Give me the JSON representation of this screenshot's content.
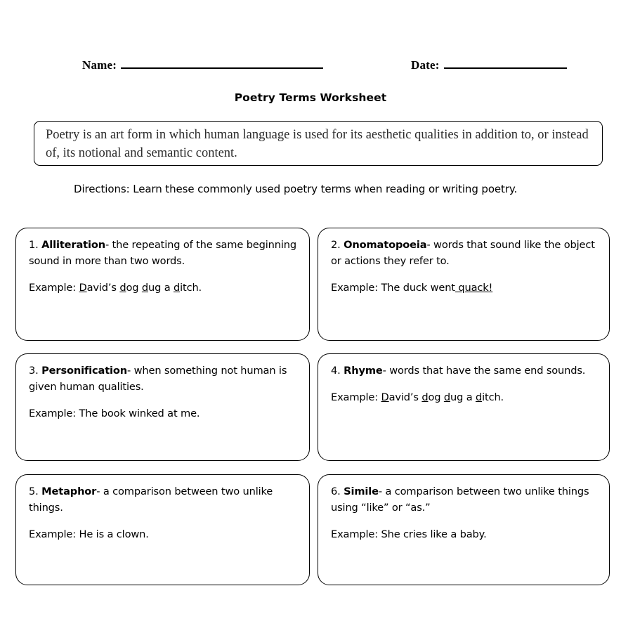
{
  "header": {
    "name_label": "Name:",
    "date_label": "Date:"
  },
  "title": "Poetry Terms Worksheet",
  "definition": "Poetry is an art form in which human language is used for its aesthetic qualities in addition to, or instead of, its notional and semantic content.",
  "directions": "Directions: Learn these commonly used poetry terms when reading or writing poetry.",
  "terms": [
    {
      "number": "1.",
      "term": "Alliteration",
      "definition": "- the repeating of the same beginning sound in more than two words.",
      "example_label": "Example:",
      "example_text": "David’s dog dug a ditch.",
      "example_parts": [
        {
          "text": " ",
          "underline": false
        },
        {
          "text": "D",
          "underline": true
        },
        {
          "text": "avid’s ",
          "underline": false
        },
        {
          "text": "d",
          "underline": true
        },
        {
          "text": "og ",
          "underline": false
        },
        {
          "text": "d",
          "underline": true
        },
        {
          "text": "ug a ",
          "underline": false
        },
        {
          "text": "d",
          "underline": true
        },
        {
          "text": "itch.",
          "underline": false
        }
      ]
    },
    {
      "number": "2.",
      "term": "Onomatopoeia",
      "definition": "- words that sound like the object or actions they refer to.",
      "example_label": "Example:",
      "example_text": "The duck went quack!",
      "example_parts": [
        {
          "text": " The duck went",
          "underline": false
        },
        {
          "text": " quack!",
          "underline": true
        }
      ]
    },
    {
      "number": "3.",
      "term": "Personification",
      "definition": "- when something not human is given human qualities.",
      "example_label": "Example:",
      "example_text": "The book winked at me.",
      "example_parts": [
        {
          "text": " The book winked at me.",
          "underline": false
        }
      ]
    },
    {
      "number": "4.",
      "term": "Rhyme",
      "definition": "- words that have the same end sounds.",
      "example_label": "Example:",
      "example_text": "David’s dog dug a ditch.",
      "example_parts": [
        {
          "text": " ",
          "underline": false
        },
        {
          "text": "D",
          "underline": true
        },
        {
          "text": "avid’s ",
          "underline": false
        },
        {
          "text": "d",
          "underline": true
        },
        {
          "text": "og ",
          "underline": false
        },
        {
          "text": "d",
          "underline": true
        },
        {
          "text": "ug a ",
          "underline": false
        },
        {
          "text": "d",
          "underline": true
        },
        {
          "text": "itch.",
          "underline": false
        }
      ]
    },
    {
      "number": "5.",
      "term": "Metaphor",
      "definition": "- a comparison between two unlike things.",
      "example_label": "Example:",
      "example_text": "He is a clown.",
      "example_parts": [
        {
          "text": " He is a clown.",
          "underline": false
        }
      ]
    },
    {
      "number": "6.",
      "term": "Simile",
      "definition": "- a comparison between two unlike things using “like” or “as.”",
      "example_label": "Example:",
      "example_text": "She cries like a baby.",
      "example_parts": [
        {
          "text": " She cries like a baby.",
          "underline": false
        }
      ]
    }
  ],
  "colors": {
    "ink": "#000000",
    "definition_text": "#2b2b2b",
    "page_background": "#ffffff"
  }
}
